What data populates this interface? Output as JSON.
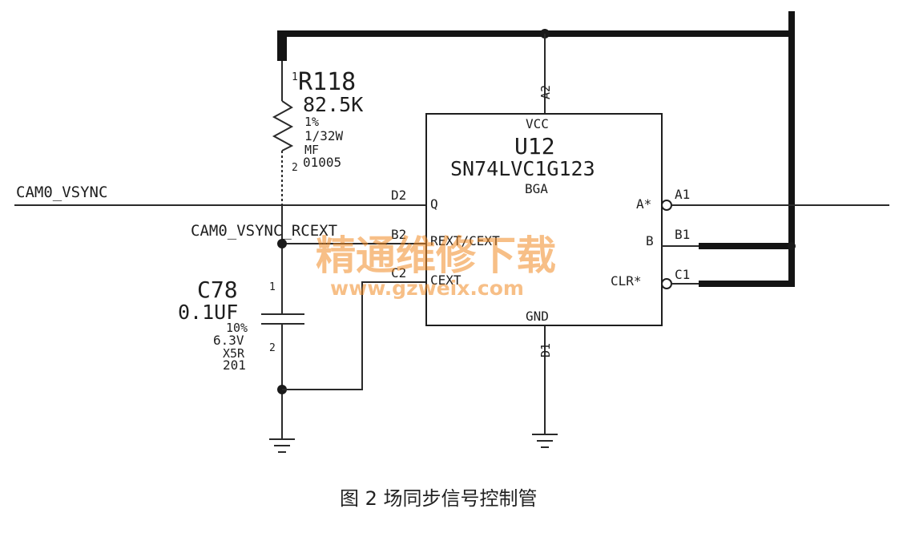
{
  "nets": {
    "vsync": "CAM0_VSYNC",
    "vsync_rcext": "CAM0_VSYNC_RCEXT"
  },
  "resistor": {
    "refdes": "R118",
    "value": "82.5K",
    "tolerance": "1%",
    "power": "1/32W",
    "type": "MF",
    "package": "01005",
    "pin1": "1",
    "pin2": "2"
  },
  "capacitor": {
    "refdes": "C78",
    "value": "0.1UF",
    "tolerance": "10%",
    "voltage": "6.3V",
    "dielectric": "X5R",
    "package": "201",
    "pin1": "1",
    "pin2": "2"
  },
  "chip": {
    "refdes": "U12",
    "part": "SN74LVC1G123",
    "package": "BGA",
    "vcc_label": "VCC",
    "gnd_label": "GND",
    "vcc_ball": "A2",
    "gnd_ball": "D1",
    "left_pins": [
      {
        "ball": "D2",
        "name": "Q"
      },
      {
        "ball": "B2",
        "name": "REXT/CEXT"
      },
      {
        "ball": "C2",
        "name": "CEXT"
      }
    ],
    "right_pins": [
      {
        "ball": "A1",
        "name": "A*"
      },
      {
        "ball": "B1",
        "name": "B"
      },
      {
        "ball": "C1",
        "name": "CLR*"
      }
    ]
  },
  "watermark": {
    "text": "精通维修下载",
    "url": "www.gzweix.com"
  },
  "caption": "图 2  场同步信号控制管"
}
